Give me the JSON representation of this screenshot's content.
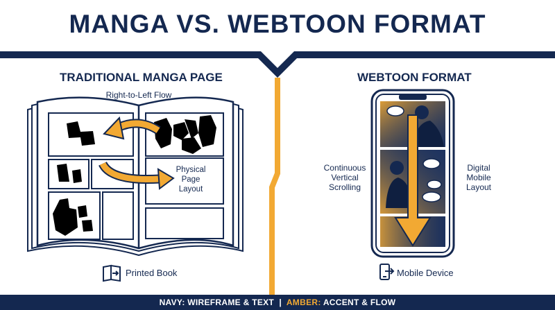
{
  "title": "MANGA VS. WEBTOON FORMAT",
  "manga": {
    "heading": "TRADITIONAL MANGA PAGE",
    "flow_label": "Right-to-Left Flow",
    "physical_label": [
      "Physical",
      "Page",
      "Layout"
    ],
    "bottom_label": "Printed Book",
    "bottom_icon": "book-icon"
  },
  "webtoon": {
    "heading": "WEBTOON FORMAT",
    "left_label": [
      "Continuous",
      "Vertical",
      "Scrolling"
    ],
    "right_label": [
      "Digital",
      "Mobile",
      "Layout"
    ],
    "bottom_label": "Mobile Device",
    "bottom_icon": "phone-icon"
  },
  "footer": {
    "part1": "NAVY: WIREFRAME & TEXT",
    "separator": "|",
    "part2_accent": "AMBER:",
    "part2_rest": "ACCENT & FLOW"
  },
  "colors": {
    "navy": "#142850",
    "amber": "#f2a933",
    "white": "#ffffff"
  }
}
